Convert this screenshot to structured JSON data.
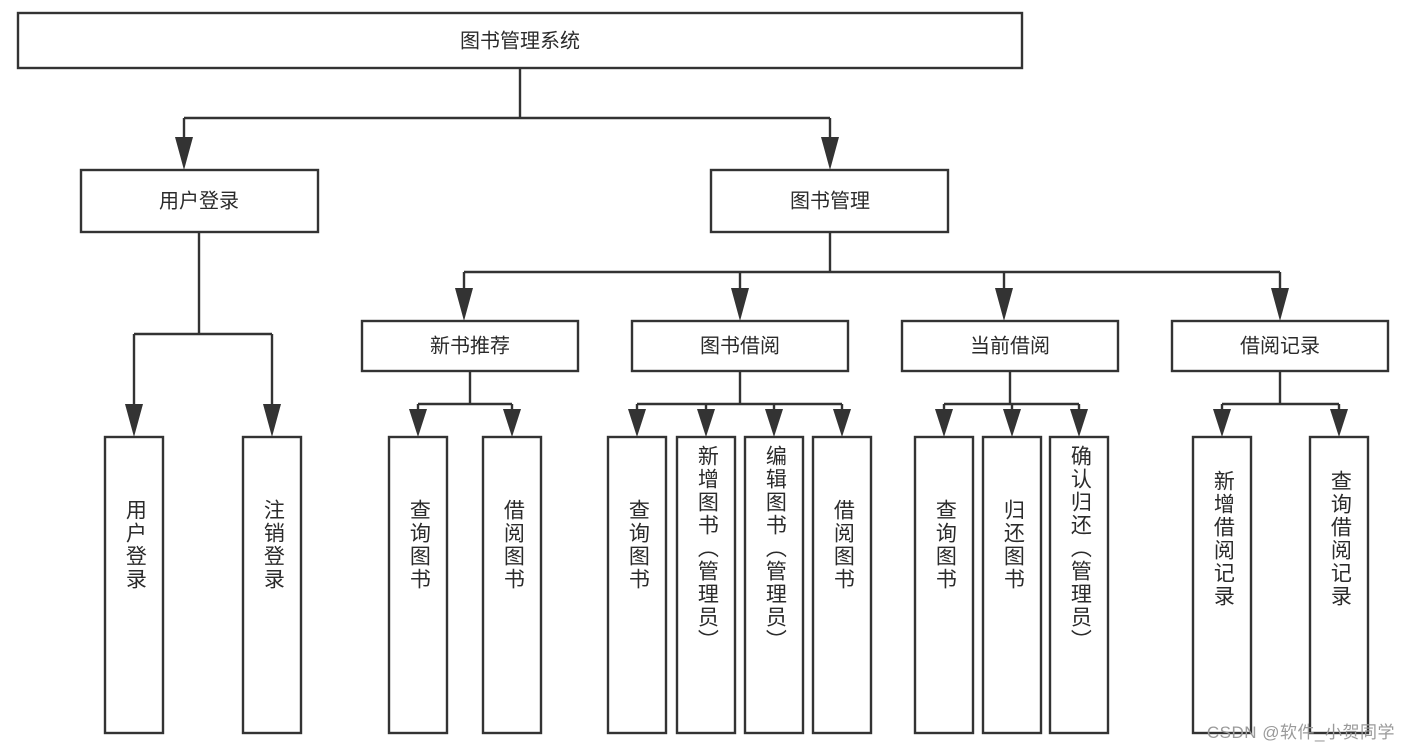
{
  "diagram": {
    "title": "图书管理系统",
    "type": "tree-hierarchy-diagram",
    "watermark": "CSDN @软件_小贺同学",
    "colors": {
      "background": "#ffffff",
      "box_fill": "#ffffff",
      "box_stroke": "#333333",
      "text": "#2b2b2b",
      "watermark_text": "#9a9a9a"
    },
    "root": {
      "label": "图书管理系统"
    },
    "level2": [
      {
        "id": "user-login",
        "label": "用户登录"
      },
      {
        "id": "book-manage",
        "label": "图书管理"
      }
    ],
    "level3": [
      {
        "id": "new-book-rec",
        "label": "新书推荐"
      },
      {
        "id": "book-borrow",
        "label": "图书借阅"
      },
      {
        "id": "current-borrow",
        "label": "当前借阅"
      },
      {
        "id": "borrow-record",
        "label": "借阅记录"
      }
    ],
    "leaves": {
      "user-login": [
        {
          "id": "leaf-user-login",
          "label": "用户登录"
        },
        {
          "id": "leaf-logout-login",
          "label": "注销登录"
        }
      ],
      "new-book-rec": [
        {
          "id": "leaf-query-book-1",
          "label": "查询图书"
        },
        {
          "id": "leaf-borrow-book-1",
          "label": "借阅图书"
        }
      ],
      "book-borrow": [
        {
          "id": "leaf-query-book-2",
          "label": "查询图书"
        },
        {
          "id": "leaf-add-book",
          "label": "新增图书（管理员）"
        },
        {
          "id": "leaf-edit-book",
          "label": "编辑图书（管理员）"
        },
        {
          "id": "leaf-borrow-book-2",
          "label": "借阅图书"
        }
      ],
      "current-borrow": [
        {
          "id": "leaf-query-book-3",
          "label": "查询图书"
        },
        {
          "id": "leaf-return-book",
          "label": "归还图书"
        },
        {
          "id": "leaf-confirm-return",
          "label": "确认归还（管理员）"
        }
      ],
      "borrow-record": [
        {
          "id": "leaf-add-record",
          "label": "新增借阅记录"
        },
        {
          "id": "leaf-query-record",
          "label": "查询借阅记录"
        }
      ]
    }
  }
}
